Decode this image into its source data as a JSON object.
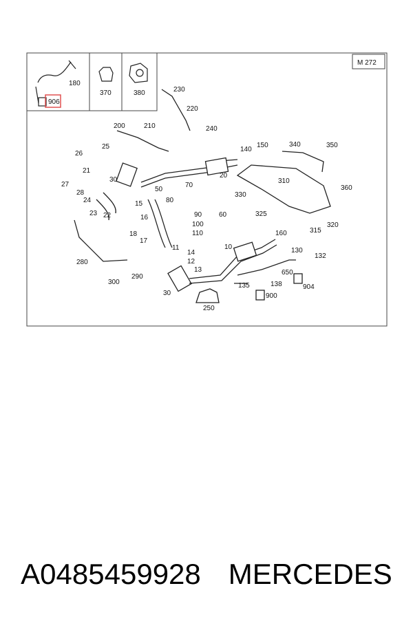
{
  "diagram": {
    "model_badge": "M 272",
    "highlight_color": "#e05050",
    "inset_labels": [
      "180",
      "906",
      "370",
      "380"
    ],
    "part_labels": {
      "p230": "230",
      "p220": "220",
      "p240": "240",
      "p200": "200",
      "p210": "210",
      "p26": "26",
      "p25": "25",
      "p21": "21",
      "p27": "27",
      "p28": "28",
      "p24": "24",
      "p23": "23",
      "p22": "22",
      "p30a": "30",
      "p30b": "30",
      "p140": "140",
      "p150": "150",
      "p340": "340",
      "p350": "350",
      "p20": "20",
      "p310": "310",
      "p360": "360",
      "p330": "330",
      "p325": "325",
      "p320": "320",
      "p315": "315",
      "p50": "50",
      "p70": "70",
      "p80": "80",
      "p90": "90",
      "p60": "60",
      "p100": "100",
      "p110": "110",
      "p15": "15",
      "p16": "16",
      "p18": "18",
      "p17": "17",
      "p11": "11",
      "p14": "14",
      "p12": "12",
      "p13": "13",
      "p10": "10",
      "p160": "160",
      "p130": "130",
      "p132": "132",
      "p650": "650",
      "p135": "135",
      "p138": "138",
      "p904": "904",
      "p900": "900",
      "p250": "250",
      "p280": "280",
      "p300": "300",
      "p290": "290"
    }
  },
  "caption": {
    "part_code": "A0485459928",
    "brand": "MERCEDES"
  }
}
